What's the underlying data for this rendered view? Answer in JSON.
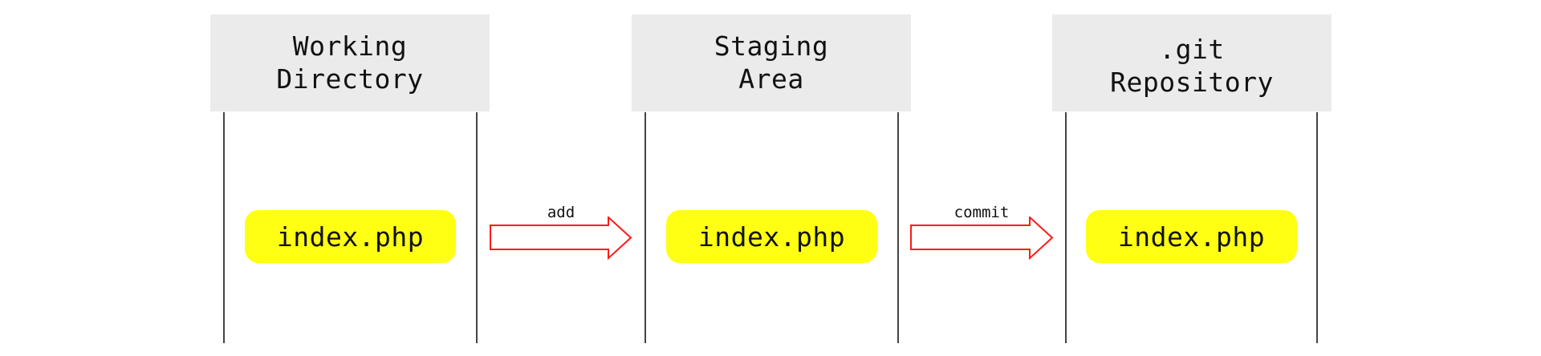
{
  "diagram": {
    "colors": {
      "header_bg": "#ebebeb",
      "file_pill": "#ffff14",
      "arrow_stroke": "#ff1a1a",
      "divider": "#444444"
    },
    "columns": [
      {
        "title_line1": "Working",
        "title_line2": "Directory",
        "file": "index.php"
      },
      {
        "title_line1": "Staging",
        "title_line2": "Area",
        "file": "index.php"
      },
      {
        "title_line1": ".git",
        "title_line2": "Repository",
        "file": "index.php"
      }
    ],
    "arrows": [
      {
        "label": "add",
        "icon": "right-arrow-icon"
      },
      {
        "label": "commit",
        "icon": "right-arrow-icon"
      }
    ]
  }
}
